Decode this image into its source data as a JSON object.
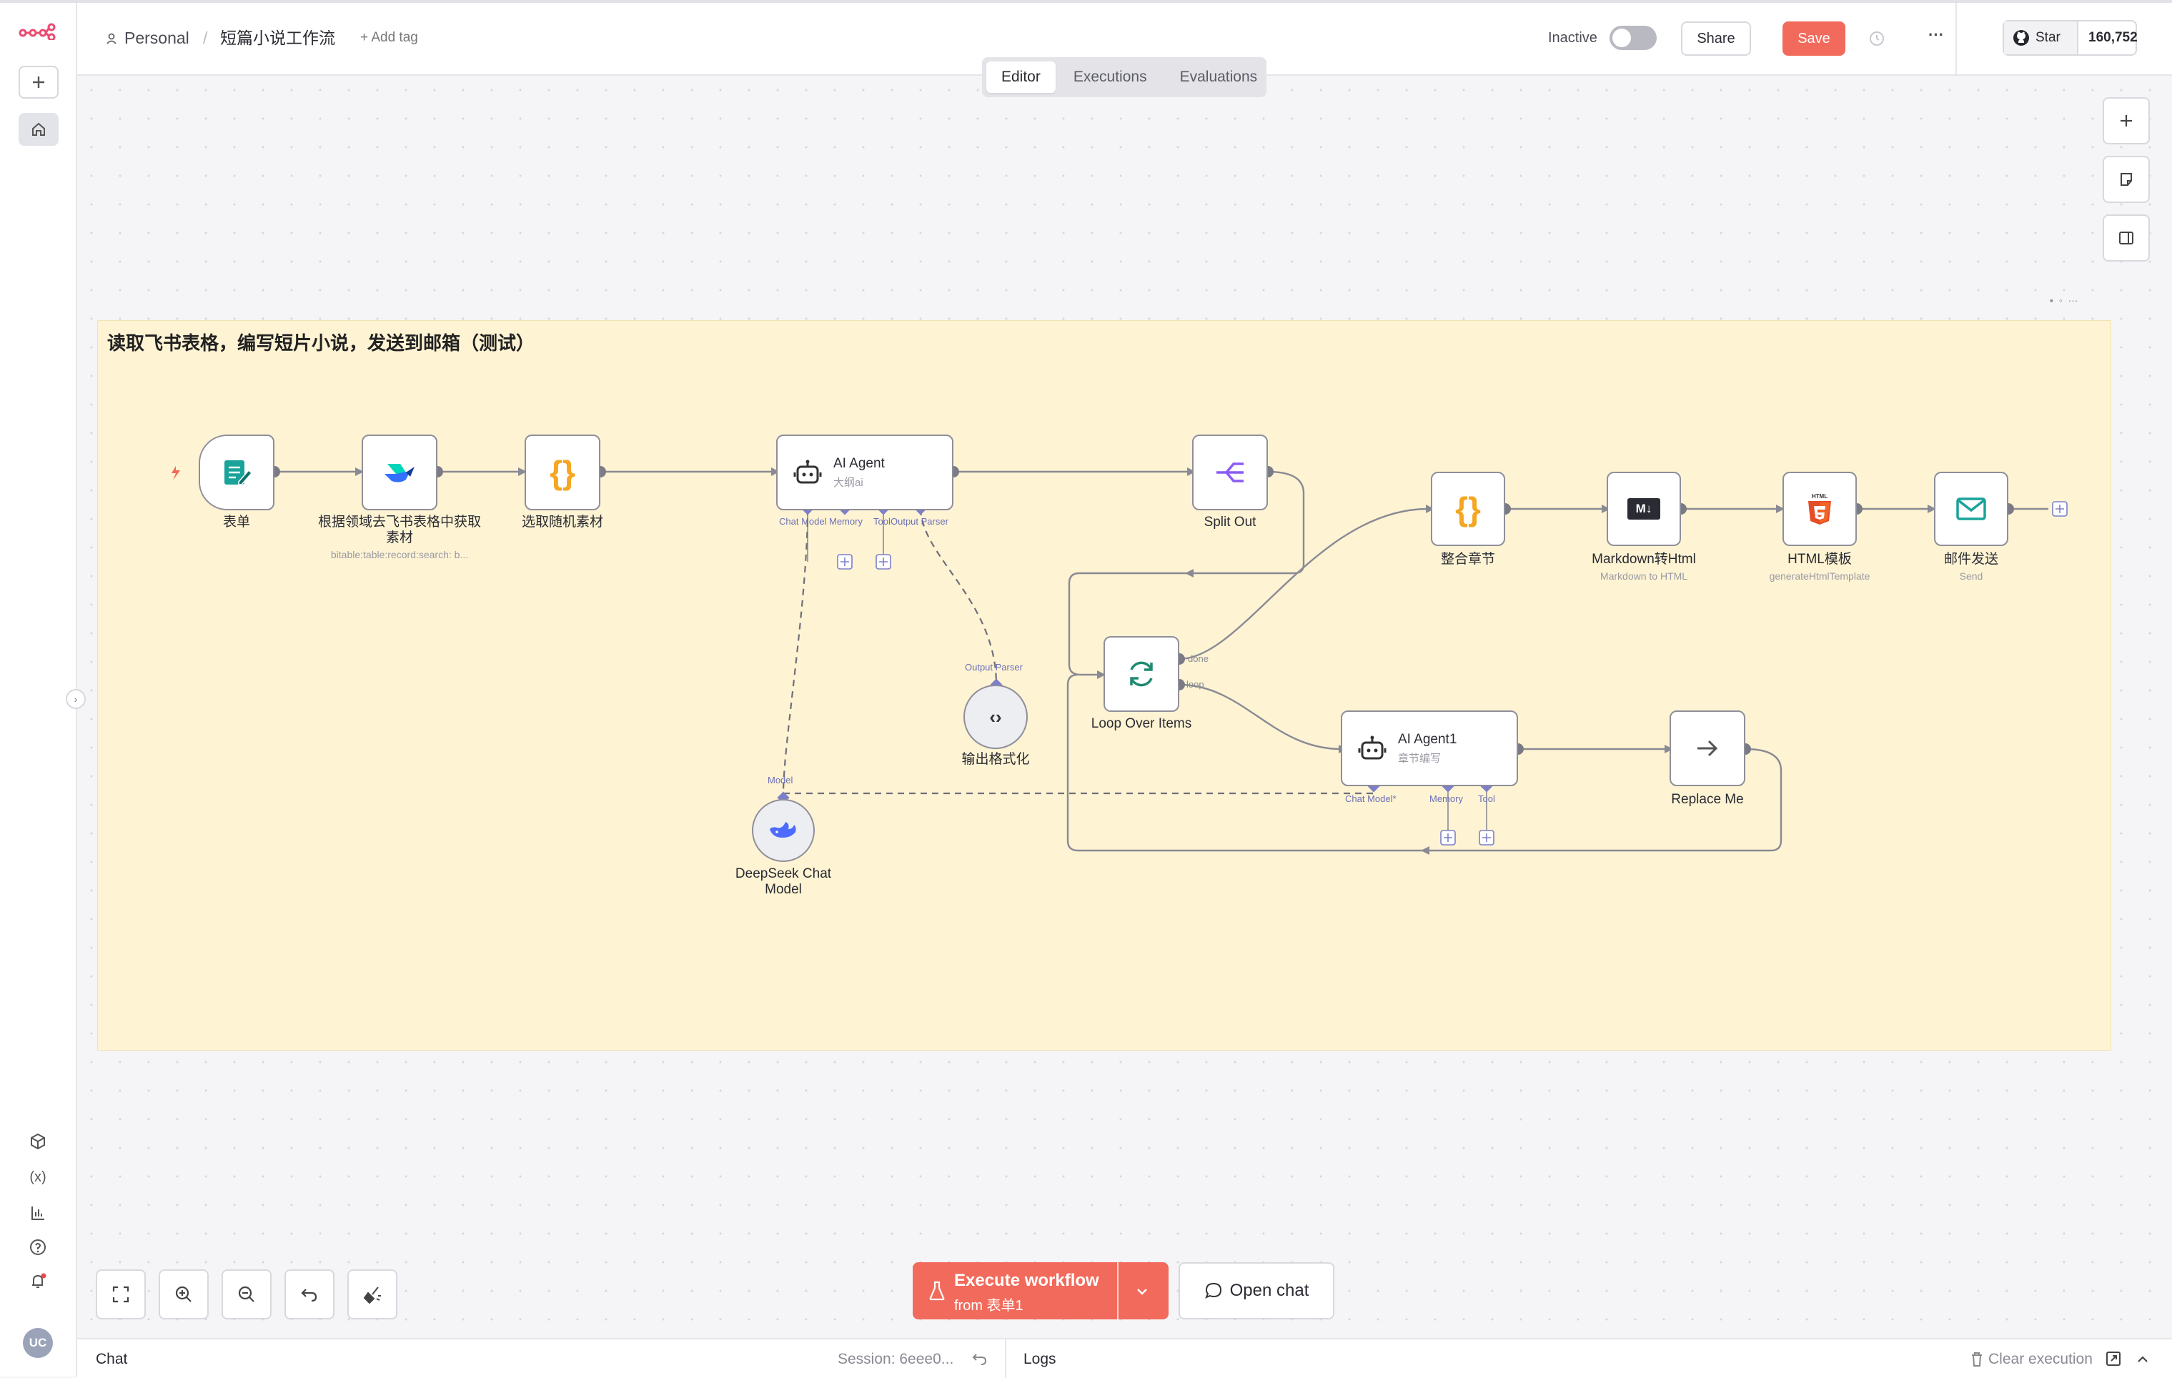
{
  "header": {
    "project": "Personal",
    "separator": "/",
    "workflow_name": "短篇小说工作流",
    "add_tag": "+ Add tag",
    "status_label": "Inactive",
    "share_label": "Share",
    "save_label": "Save",
    "more_label": "···",
    "github_star_label": "Star",
    "github_star_count": "160,752"
  },
  "tabs": [
    {
      "label": "Editor",
      "active": true
    },
    {
      "label": "Executions",
      "active": false
    },
    {
      "label": "Evaluations",
      "active": false
    }
  ],
  "sticky_note": {
    "title": "读取飞书表格，编写短片小说，发送到邮箱（测试）",
    "color": "#fef3d3"
  },
  "nodes": {
    "form": {
      "label": "表单"
    },
    "feishu": {
      "label_line1": "根据领域去飞书表格中获取",
      "label_line2": "素材",
      "sub": "bitable:table:record:search: b..."
    },
    "pick": {
      "label": "选取随机素材"
    },
    "agent": {
      "title": "AI Agent",
      "sub": "大纲ai",
      "ports": [
        "Chat Model",
        "Memory",
        "Tool",
        "Output Parser"
      ]
    },
    "split": {
      "label": "Split Out"
    },
    "merge": {
      "label": "整合章节"
    },
    "md": {
      "label": "Markdown转Html",
      "sub": "Markdown to HTML",
      "icon_text": "M↓"
    },
    "html": {
      "label": "HTML模板",
      "sub": "generateHtmlTemplate",
      "icon_text": "HTML"
    },
    "mail": {
      "label": "邮件发送",
      "sub": "Send"
    },
    "loop": {
      "label": "Loop Over Items",
      "port_done": "done",
      "port_loop": "loop"
    },
    "parser": {
      "label": "输出格式化",
      "port": "Output Parser"
    },
    "agent1": {
      "title": "AI Agent1",
      "sub": "章节编写",
      "ports": [
        "Chat Model*",
        "Memory",
        "Tool"
      ]
    },
    "replace": {
      "label": "Replace Me"
    },
    "deepseek": {
      "label_line1": "DeepSeek Chat",
      "label_line2": "Model",
      "port": "Model"
    }
  },
  "execute": {
    "main": "Execute workflow",
    "sub": "from 表单1"
  },
  "open_chat": "Open chat",
  "bottom": {
    "chat": "Chat",
    "session": "Session: 6eee0...",
    "logs": "Logs",
    "clear": "Clear execution"
  },
  "sidebar": {
    "avatar": "UC"
  },
  "colors": {
    "accent": "#f26a5b",
    "port": "#6b6fb8",
    "orange_icon": "#f5a623",
    "teal_icon": "#1aa39a",
    "purple_icon": "#8b5cf6"
  }
}
